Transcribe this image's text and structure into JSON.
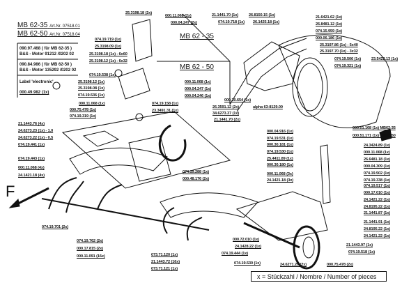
{
  "header": {
    "model_1": "MB 62-35",
    "model_1_art": "Art.Nr. 07518.01",
    "model_2": "MB 62-50",
    "model_2_art": "Art.Nr. 07518.04"
  },
  "engine_info": [
    "090.97.468 ( für MB 62-35 )",
    "B&S - Motor  91212 /0202 02",
    "090.84.986 ( für MB 62-50 )",
    "B&S - Motor 135292 /0202 02",
    "Label 'electronic'",
    "000.49.982 (1x)"
  ],
  "model_tags": [
    "MB 62 - 35",
    "MB 62 - 50"
  ],
  "direction_mark": "F",
  "legend": "x =  Stückzahl  /  Nombre  /  Number of pieces",
  "part_labels": [
    "25.3198.18 (2x)",
    "000.11.068 (2x)",
    "000.04.247 (2x)",
    "074.19.719 (1x)",
    "25.3198.09 (1x)",
    "25.3198.18 (1x) - 6x60",
    "25.3198.12 (1x) - 6x32",
    "074.19.538 (1x)",
    "25.3198.12 (1x)",
    "25.3198.08 (1x)",
    "074.19.536 (1x)",
    "000.11.068 (1x)",
    "000.04.247 (1x)",
    "000.04.246 (1x)",
    "000.11.068 (1x)",
    "000.75.478 (1x)",
    "074.19.319 (1x)",
    "074.19.158 (1x)",
    "23.3491.31 (1x)",
    "21.1441.70 (1x)",
    "074.19.718 (1x)",
    "26.8150.15 (1x)",
    "26.1425.18 (1x)",
    "21.6421.62 (1x)",
    "26.8481.12 (1x)",
    "074.15.959 (1x)",
    "000.06.186 (1x)",
    "25.3197.86 (1x)  - 5x40",
    "25.3197.70 (1x)  - 3x32",
    "074.19.506 (1x)",
    "074.19.321 (1x)",
    "23.5422.13 (1x)",
    "000.30.654 (1x)",
    "alpha 63-8129.00",
    "26.3591.12 (2x)",
    "34.6273.37 (1x)",
    "21.1441.70 (2x)",
    "000.51.168 (1x) MB62-35",
    "000.51.171 (1x) MB62-50",
    "24.3424.89 (1x)",
    "000.11.068 (1x)",
    "26.6481.18 (1x)",
    "000.04.309 (1x)",
    "074.19.502 (1x)",
    "074.19.338 (1x)",
    "074.19.517 (1x)",
    "000.17.010 (1x)",
    "24.1421.22 (1x)",
    "24.8195.22 (1x)",
    "21.1441.87 (1x)",
    "21.1441.91 (1x)",
    "24.8195.22 (1x)",
    "24.1421.22 (1x)",
    "21.1443.97 (1x)",
    "074.19.518 (1x)",
    "000.04.916 (1x)",
    "074.19.531 (1x)",
    "000.30.181 (1x)",
    "074.19.530 (1x)",
    "25.4411.89 (1x)",
    "000.30.180 (1x)",
    "000.11.068 (3x)",
    "24.1421.18 (3x)",
    "074.19.288 (1x)",
    "000.48.176 (2x)",
    "21.1443.76 (4x)",
    "24.6273.23 (1x) - 1.0",
    "24.6273.22 (1x) - 0.5",
    "074.19.441 (1x)",
    "074.19.443 (1x)",
    "000.11.068 (4x)",
    "24.1421.18 (4x)",
    "074.19.701 (2x)",
    "074.19.762 (2x)",
    "000.17.815 (2x)",
    "000.11.091 (16x)",
    "073.71.120 (1x)",
    "21.1443.72 (16x)",
    "073.71.121 (1x)",
    "000.72.010 (1x)",
    "24.1428.22 (1x)",
    "074.19.444 (1x)",
    "074.19.530 (1x)",
    "24.6271.20 (2x)",
    "000.75.478 (2x)"
  ]
}
